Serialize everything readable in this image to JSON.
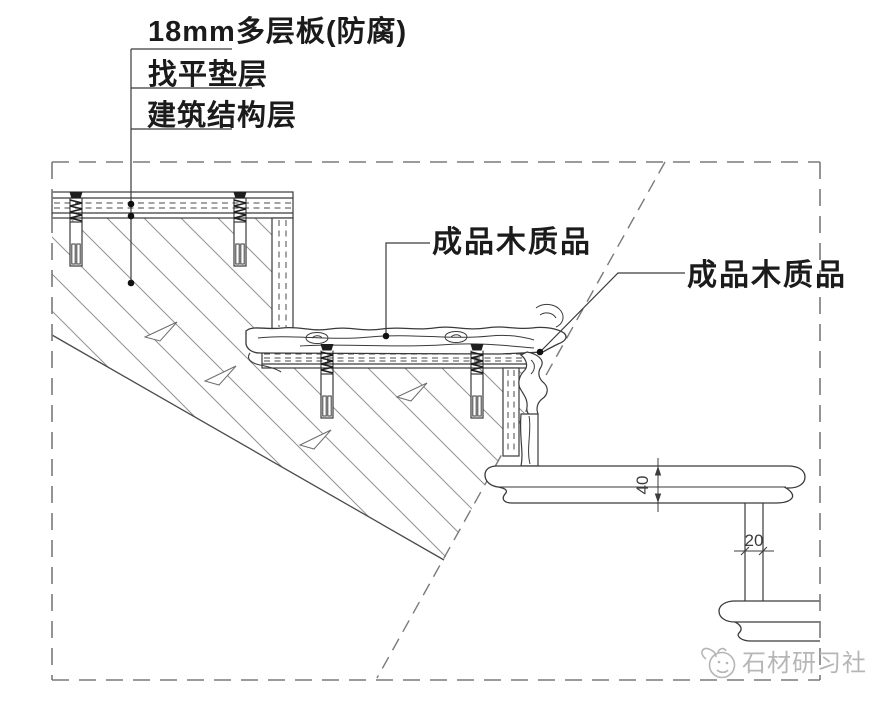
{
  "labels": {
    "board_18mm": "18mm多层板(防腐)",
    "leveling_layer": "找平垫层",
    "structure_layer": "建筑结构层",
    "finished_wood_1": "成品木质品",
    "finished_wood_2": "成品木质品"
  },
  "dimensions": {
    "tread_thickness_mm": "40",
    "riser_width_mm": "20"
  },
  "watermark": {
    "text": "石材研习社",
    "logo": "chick-doodle-icon"
  },
  "colors": {
    "line": "#3a3a3a",
    "dashed_border": "#7a7a7a",
    "hatch": "#929292",
    "watermark": "#b6b6b6",
    "leader_dot": "#111111"
  }
}
